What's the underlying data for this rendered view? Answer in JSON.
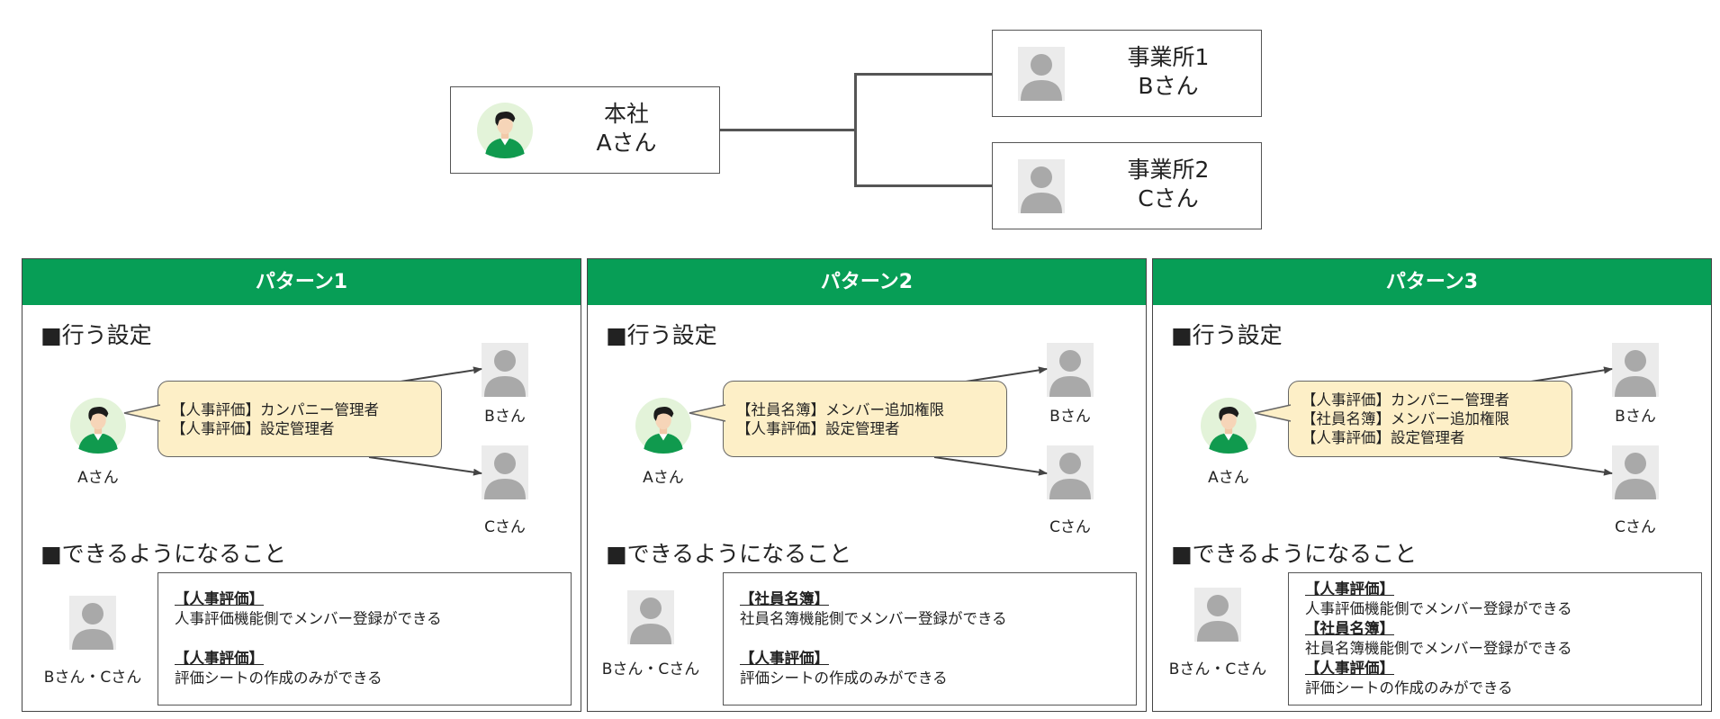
{
  "org": {
    "hq": {
      "line1": "本社",
      "line2": "Aさん"
    },
    "office1": {
      "line1": "事業所1",
      "line2": "Bさん"
    },
    "office2": {
      "line1": "事業所2",
      "line2": "Cさん"
    }
  },
  "colors": {
    "header": "#079e56",
    "bubble": "#fdefc7",
    "border": "#555555"
  },
  "panels": [
    {
      "title": "パターン1",
      "settings_heading": "■行う設定",
      "user_a": "Aさん",
      "user_b": "Bさん",
      "user_c": "Cさん",
      "bubble_lines": [
        "【人事評価】カンパニー管理者",
        "【人事評価】設定管理者"
      ],
      "result_heading": "■できるようになること",
      "result_users": "Bさん・Cさん",
      "results": [
        {
          "title": "【人事評価】",
          "desc": "人事評価機能側でメンバー登録ができる"
        },
        {
          "title": "【人事評価】",
          "desc": "評価シートの作成のみができる"
        }
      ]
    },
    {
      "title": "パターン2",
      "settings_heading": "■行う設定",
      "user_a": "Aさん",
      "user_b": "Bさん",
      "user_c": "Cさん",
      "bubble_lines": [
        "【社員名簿】メンバー追加権限",
        "【人事評価】設定管理者"
      ],
      "result_heading": "■できるようになること",
      "result_users": "Bさん・Cさん",
      "results": [
        {
          "title": "【社員名簿】",
          "desc": "社員名簿機能側でメンバー登録ができる"
        },
        {
          "title": "【人事評価】",
          "desc": "評価シートの作成のみができる"
        }
      ]
    },
    {
      "title": "パターン3",
      "settings_heading": "■行う設定",
      "user_a": "Aさん",
      "user_b": "Bさん",
      "user_c": "Cさん",
      "bubble_lines": [
        "【人事評価】カンパニー管理者",
        "【社員名簿】メンバー追加権限",
        "【人事評価】設定管理者"
      ],
      "result_heading": "■できるようになること",
      "result_users": "Bさん・Cさん",
      "results": [
        {
          "title": "【人事評価】",
          "desc": "人事評価機能側でメンバー登録ができる"
        },
        {
          "title": "【社員名簿】",
          "desc": "社員名簿機能側でメンバー登録ができる"
        },
        {
          "title": "【人事評価】",
          "desc": "評価シートの作成のみができる"
        }
      ]
    }
  ]
}
